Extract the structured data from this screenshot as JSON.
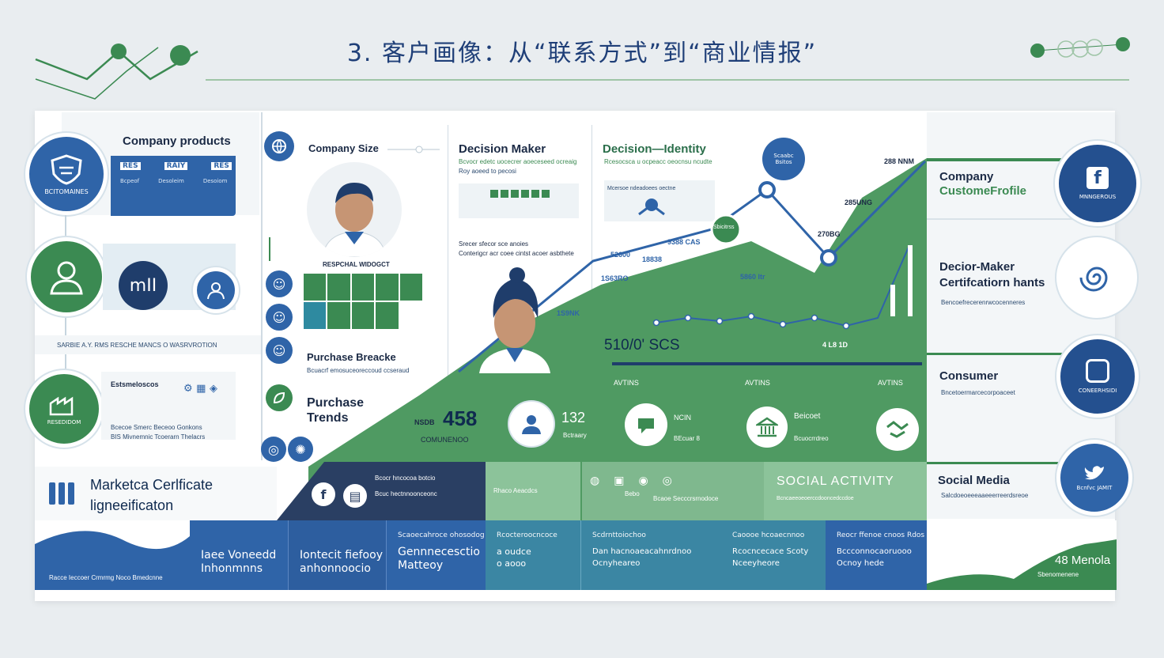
{
  "title": "3. 客户画像：从“联系方式”到“商业情报”",
  "left": {
    "company_products": {
      "label": "Company products",
      "badge": "BCITOMAINES",
      "chips": [
        "RES",
        "RAIY",
        "RES"
      ],
      "lines": [
        "Bcpeof",
        "Desoleim",
        "Desoiom"
      ]
    },
    "mil_label": "mII",
    "separator_text": "SARBIE A.Y. RMS   RESCHE MANCS O WASRVROTION",
    "research": {
      "title": "Estsmeloscos",
      "badge": "RESEDIDOM",
      "lines": [
        "Bcecoe Smerc  Beceoo Gonkons",
        "BIS  Mivnemnic Tcoerarn  Thelacrs"
      ]
    },
    "marketing": {
      "line1": "Marketca Cerlficate",
      "line2": "ligneeificaton"
    }
  },
  "middle": {
    "company_size": "Company Size",
    "person_caption": "RESPCHAL WIDOGCT",
    "purchase_breadth": "Purchase Breacke",
    "purchase_breadth_sub": "Bcuacrf emosuceoreccoud ccseraud",
    "purchase_trends_1": "Purchase",
    "purchase_trends_2": "Trends"
  },
  "decision": {
    "maker_title": "Decision Maker",
    "maker_sub1": "Bcvocr edetc uocecrer aoeceseed ocreaig",
    "maker_sub2": "Roy aoeed to pecosi",
    "identity_title": "Decision—Identity",
    "identity_sub": "Rcesocsca u ocpeacc oeocnsu ncudte",
    "small_box": "Mcersoe ndeadoees oectne",
    "lines": [
      "Srecer sfecor sce anoies",
      "Conterigcr acr coee cintst acoer asbthete"
    ],
    "bubble": [
      "Scaabc",
      "Bsitos"
    ]
  },
  "chart": {
    "annotations": [
      "288 NNM",
      "285UNG",
      "270BG",
      "Sbicitrss",
      "9388 CAS",
      "52600",
      "18838",
      "1S63RO",
      "5860 ltr",
      "1S9NK",
      "510/0' SCS",
      "4 L8 1D"
    ],
    "axis_labels": [
      "AVTINS",
      "AVTINS",
      "AVTINS"
    ],
    "stat_big": "458",
    "stat_prefix": "NSDB",
    "stat_sub": "COMUNENOO",
    "stats": [
      {
        "value": "132",
        "sub": "Bctraary"
      },
      {
        "value": "NCIN",
        "sub": "BEcuar 8"
      },
      {
        "value": "Beicoet",
        "sub": "Bcuocrrdreo"
      }
    ]
  },
  "right": [
    {
      "title1": "Company",
      "title2": "CustomeFrofile",
      "badge": "MNNGEROUS",
      "icon": "facebook-icon"
    },
    {
      "title1": "Decior-Maker",
      "title2": "Certifcatiorn hants",
      "sub": "Bencoefrecerenrwcocenneres",
      "badge": "",
      "icon": "swirl-icon"
    },
    {
      "title1": "Consumer",
      "title2": "",
      "sub": "Bncetoermarcecorpoaceet",
      "badge": "CONEERHSIDI",
      "icon": "instagram-icon"
    },
    {
      "title1": "Social Media",
      "title2": "",
      "sub": "Salcdoeoeeeaaeeerreerdsreoe",
      "badge": "Bcnfvc JAMIT",
      "icon": "twitter-icon"
    }
  ],
  "social": {
    "dark_line1": "Bcocr hncocoa botcio",
    "dark_line2": "Bcuc hectnnoonceonc",
    "tab1": "Rhaco Aeacdcs",
    "tab2": "Bebo",
    "tab3": "Bcaoe Secccrsrnodoce",
    "activity": "SOCIAL ACTIVITY",
    "activity_sub": "Bcncaeeoeoerccdooncedccdoe"
  },
  "bottom": [
    {
      "t1": "",
      "t2": "",
      "t3": "Racce Ieccoer Crmrmg  Noco Bmedcnne"
    },
    {
      "t1": "",
      "t2": "Iaee Voneedd Inhonmnns",
      "t3": ""
    },
    {
      "t1": "",
      "t2": "Iontecit fiefooy anhonnoocio",
      "t3": ""
    },
    {
      "t1": "Scaoecahroce ohosodog",
      "t2": "Gennnecesctio Matteoy",
      "t3": ""
    },
    {
      "t1": "Rcocteroocncoce",
      "t2": "",
      "t3": "a oudce\no aooo"
    },
    {
      "t1": "Scdrnttoiochoo",
      "t2": "",
      "t3": "Dan hacnoaeacahnrdnoo\nOcnyheareo"
    },
    {
      "t1": "Caoooe hcoaecnnoo",
      "t2": "",
      "t3": "Rcocncecace Scoty\nNceeyheore"
    },
    {
      "t1": "Reocr ffenoe cnoos Rdos",
      "t2": "",
      "t3": "Bccconnocaoruooo\nOcnoy hede"
    },
    {
      "t1": "",
      "t2": "48 Menola",
      "t3": "Sbenomenene"
    }
  ]
}
